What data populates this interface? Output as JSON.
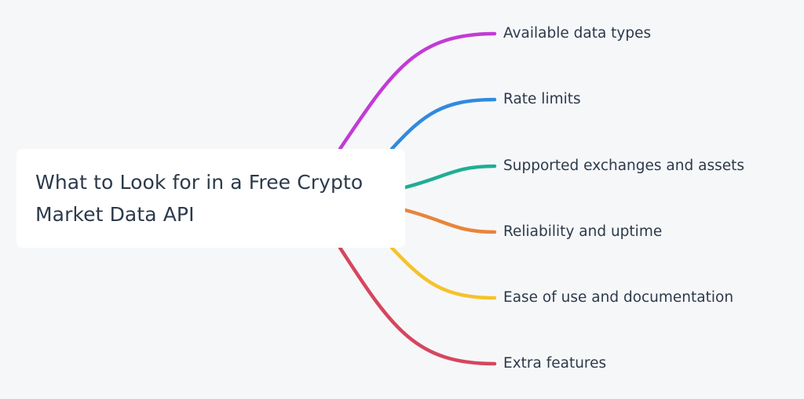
{
  "diagram": {
    "type": "mind-map",
    "background_color": "#f6f7f9",
    "root": {
      "title": "What to Look for in a Free Crypto Market Data API",
      "line1": "What to Look for in a Free Crypto",
      "line2": "Market Data API"
    },
    "branches": [
      {
        "label": "Available data types",
        "color": "#c23bd4"
      },
      {
        "label": "Rate limits",
        "color": "#2f8ae0"
      },
      {
        "label": "Supported exchanges and assets",
        "color": "#1fae94"
      },
      {
        "label": "Reliability and uptime",
        "color": "#e8843a"
      },
      {
        "label": "Ease of use and documentation",
        "color": "#f5c22c"
      },
      {
        "label": "Extra features",
        "color": "#d6465e"
      }
    ]
  }
}
